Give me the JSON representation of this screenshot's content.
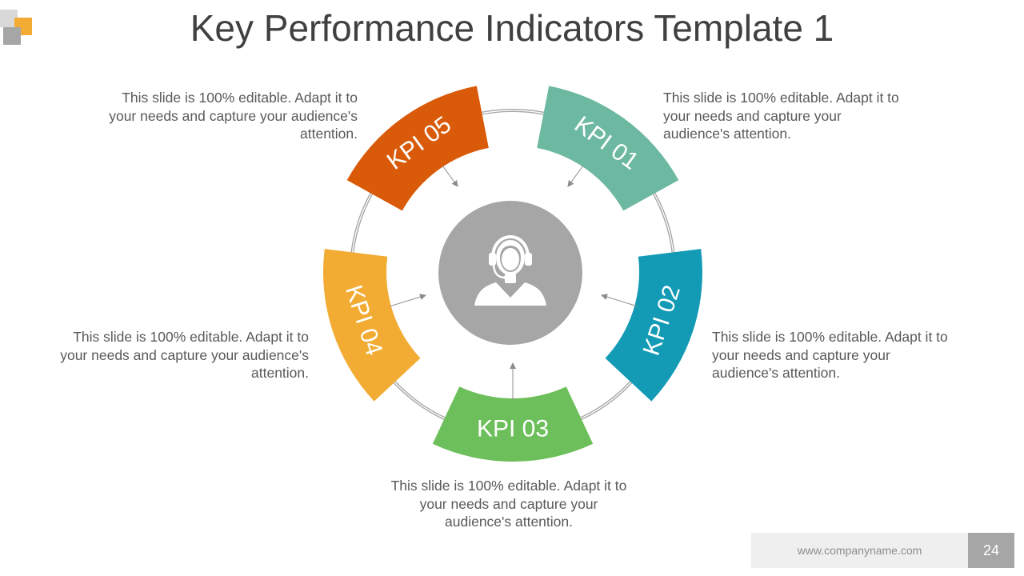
{
  "slide": {
    "title": "Key Performance Indicators Template 1",
    "center_icon": "customer-support-headset-icon",
    "colors": {
      "kpi_01": "#6db8a0",
      "kpi_02": "#139bb6",
      "kpi_03": "#6cbf5a",
      "kpi_04": "#f2ac33",
      "kpi_05": "#d95a08",
      "center": "#a6a6a6",
      "ring": "#a6a6a6"
    }
  },
  "kpis": [
    {
      "label": "KPI 01",
      "description": "This slide is 100% editable. Adapt it to your needs and capture your audience's attention."
    },
    {
      "label": "KPI 02",
      "description": "This slide is 100% editable. Adapt it to your needs and capture your audience's attention."
    },
    {
      "label": "KPI 03",
      "description": "This slide is 100% editable. Adapt it to your needs and capture your audience's attention."
    },
    {
      "label": "KPI 04",
      "description": "This slide is 100% editable. Adapt it to your needs and capture your audience's attention."
    },
    {
      "label": "KPI 05",
      "description": "This slide is 100% editable. Adapt it to your needs and capture your audience's attention."
    }
  ],
  "footer": {
    "website": "www.companyname.com",
    "page_number": "24"
  }
}
